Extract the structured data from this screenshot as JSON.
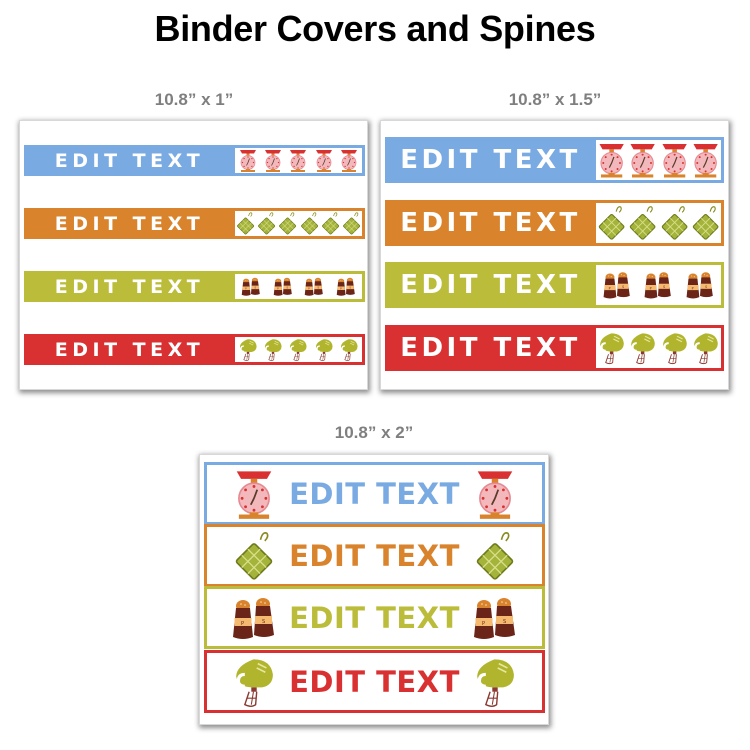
{
  "title": "Binder Covers and Spines",
  "colors": {
    "blue": "#7aaae2",
    "orange": "#d9832c",
    "olive": "#bcbc3b",
    "red": "#d93031"
  },
  "panels": [
    {
      "size_label": "10.8” x 1”",
      "rows": [
        {
          "label": "EDIT TEXT",
          "color": "blue",
          "icon": "kitchen-scale",
          "icon_count": 5
        },
        {
          "label": "EDIT TEXT",
          "color": "orange",
          "icon": "pot-holder",
          "icon_count": 6
        },
        {
          "label": "EDIT TEXT",
          "color": "olive",
          "icon": "salt-pepper-shakers",
          "icon_count": 4
        },
        {
          "label": "EDIT TEXT",
          "color": "red",
          "icon": "hand-mixer",
          "icon_count": 5
        }
      ]
    },
    {
      "size_label": "10.8” x 1.5”",
      "rows": [
        {
          "label": "EDIT TEXT",
          "color": "blue",
          "icon": "kitchen-scale",
          "icon_count": 4
        },
        {
          "label": "EDIT TEXT",
          "color": "orange",
          "icon": "pot-holder",
          "icon_count": 4
        },
        {
          "label": "EDIT TEXT",
          "color": "olive",
          "icon": "salt-pepper-shakers",
          "icon_count": 3
        },
        {
          "label": "EDIT TEXT",
          "color": "red",
          "icon": "hand-mixer",
          "icon_count": 4
        }
      ]
    },
    {
      "size_label": "10.8” x 2”",
      "rows": [
        {
          "label": "EDIT TEXT",
          "color": "blue",
          "icon": "kitchen-scale",
          "icon_count": 2
        },
        {
          "label": "EDIT TEXT",
          "color": "orange",
          "icon": "pot-holder",
          "icon_count": 2
        },
        {
          "label": "EDIT TEXT",
          "color": "olive",
          "icon": "salt-pepper-shakers",
          "icon_count": 2
        },
        {
          "label": "EDIT TEXT",
          "color": "red",
          "icon": "hand-mixer",
          "icon_count": 2
        }
      ]
    }
  ]
}
